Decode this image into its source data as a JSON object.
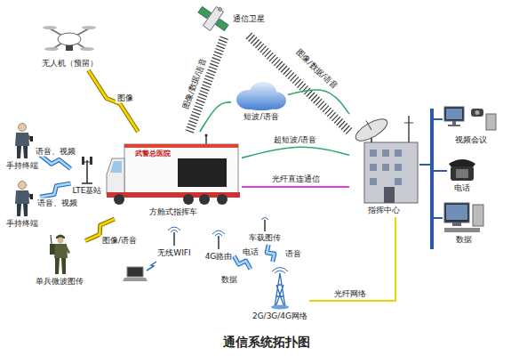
{
  "diagram": {
    "caption": "通信系统拓扑图",
    "nodes": [
      {
        "text": [
          "通信卫星"
        ]
      },
      {
        "text": [
          "无人机（预留）"
        ]
      },
      {
        "text": [
          "手持终端"
        ]
      },
      {
        "text": [
          "LTE基站"
        ]
      },
      {
        "text": [
          "方舱式指挥车"
        ]
      },
      {
        "text": [
          "手持终端"
        ]
      },
      {
        "text": [
          "短波/语音"
        ]
      },
      {
        "text": [
          "指挥中心"
        ]
      },
      {
        "text": [
          "视频会议"
        ]
      },
      {
        "text": [
          "电话"
        ]
      },
      {
        "text": [
          "数据"
        ]
      },
      {
        "text": [
          "单兵微波图传"
        ]
      },
      {
        "text": [
          "无线WIFI"
        ]
      },
      {
        "text": [
          "4G路由"
        ]
      },
      {
        "text": [
          "车载图传"
        ]
      },
      {
        "text": [
          "2G/3G/4G网络"
        ]
      }
    ],
    "edges": [
      {
        "from": 1,
        "to": 4,
        "label": "图像",
        "arrow": "none"
      },
      {
        "from": 2,
        "to": 3,
        "label": "语音、视频",
        "arrow": "none"
      },
      {
        "from": 5,
        "to": 3,
        "label": "语音、视频",
        "arrow": "none"
      },
      {
        "from": 11,
        "to": 4,
        "label": "图像/语音",
        "arrow": "none"
      },
      {
        "from": 4,
        "to": 0,
        "label": "图像/数据/语音",
        "arrow": "none"
      },
      {
        "from": 0,
        "to": 7,
        "label": "图像/数据/语音",
        "arrow": "none"
      },
      {
        "from": 4,
        "to": 6,
        "arrow": "none"
      },
      {
        "from": 6,
        "to": 7,
        "arrow": "none"
      },
      {
        "from": 4,
        "to": 7,
        "label": "超短波/语音",
        "arrow": "none"
      },
      {
        "from": 4,
        "to": 7,
        "label": "光纤直连通信",
        "arrow": "none"
      },
      {
        "from": 14,
        "to": 15,
        "arrow": "none"
      },
      {
        "from": 13,
        "to": 15,
        "arrow": "none"
      },
      {
        "from": 15,
        "to": 7,
        "label": "光纤网络",
        "arrow": "none"
      },
      {
        "from": 7,
        "to": 8,
        "arrow": "none"
      },
      {
        "from": 7,
        "to": 9,
        "arrow": "none"
      },
      {
        "from": 7,
        "to": 10,
        "arrow": "none"
      }
    ],
    "labels": [
      "武警总医院",
      "电话",
      "语音",
      "数据"
    ]
  }
}
